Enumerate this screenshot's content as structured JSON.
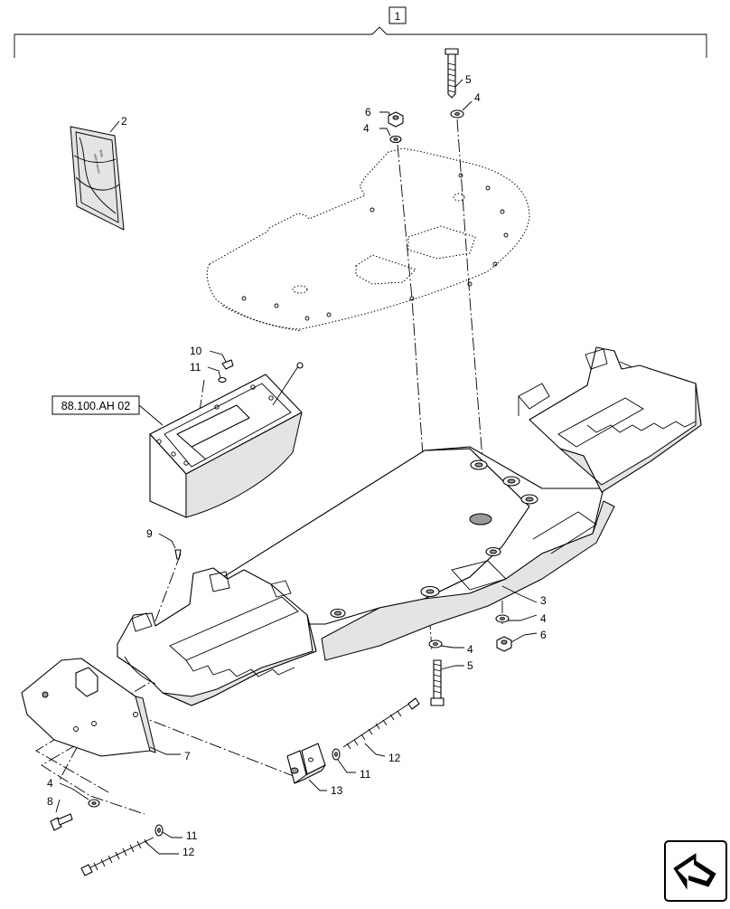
{
  "assembly_index": "1",
  "reference_box": "88.100.AH 02",
  "callouts": {
    "decal": "2",
    "frame": "3",
    "washer_top": "4",
    "washer_top_nut": "4",
    "washer_lower_right": "4",
    "washer_lower_bolt": "4",
    "washer_left": "4",
    "bolt_top": "5",
    "bolt_lower": "5",
    "nut_top": "6",
    "nut_lower": "6",
    "cover_plate": "7",
    "bolt_short": "8",
    "screw": "9",
    "clip": "10",
    "washer_box": "11",
    "washer_rod_right": "11",
    "washer_rod_left": "11",
    "rod_right": "12",
    "rod_left": "12",
    "bracket": "13"
  },
  "decal_text": [
    "RISK",
    "SAFETY RULES"
  ],
  "icons": [
    "navigation-arrow-icon"
  ]
}
